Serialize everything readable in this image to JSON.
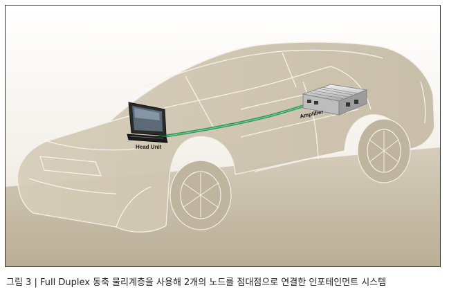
{
  "figure": {
    "labels": {
      "head_unit": "Head Unit",
      "amplifier": "Amplifier"
    },
    "colors": {
      "background_top": "#fbfaf7",
      "background_bottom": "#d9d2c3",
      "car_body": "#cfc6b2",
      "car_lines": "#f6f3ec",
      "cable": "#2f9b5a",
      "frame": "#333333"
    }
  },
  "caption": {
    "text": "그림 3 | Full Duplex 동축 물리계층을 사용해 2개의 노드를 점대점으로 연결한 인포테인먼트 시스템"
  }
}
